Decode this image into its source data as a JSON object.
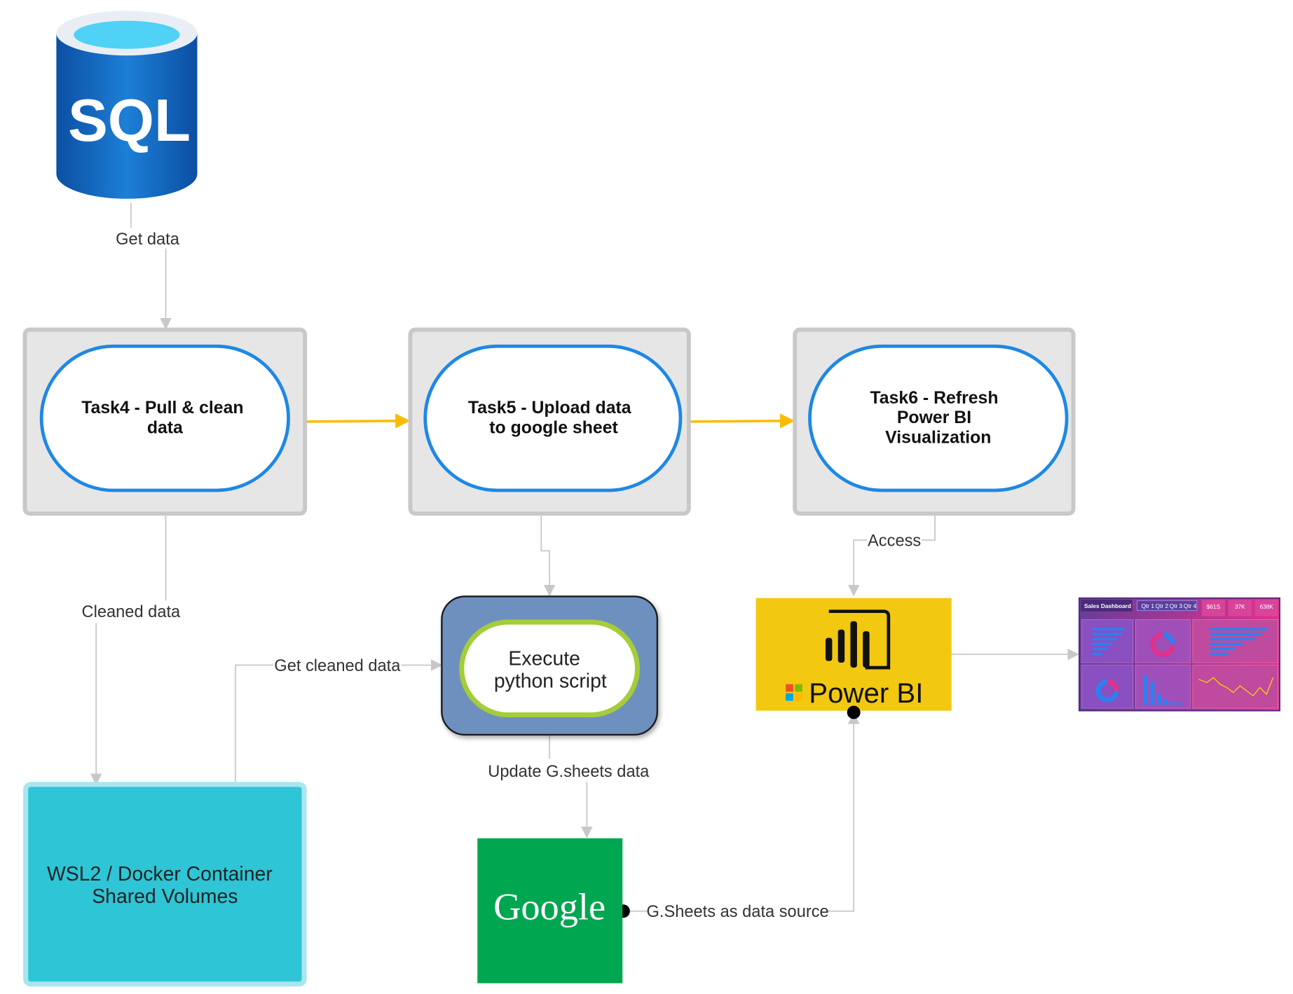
{
  "icons": {
    "sql": {
      "text": "SQL"
    },
    "google": {
      "text": "Google"
    },
    "powerbi": {
      "text": "Power BI"
    }
  },
  "tasks": {
    "task4": {
      "lines": [
        "Task4 - Pull & clean",
        "data"
      ]
    },
    "task5": {
      "lines": [
        "Task5 - Upload data",
        "to google sheet"
      ]
    },
    "task6": {
      "lines": [
        "Task6 - Refresh",
        "Power BI",
        "Visualization"
      ]
    }
  },
  "nodes": {
    "execute": {
      "lines": [
        "Execute",
        "python script"
      ]
    },
    "wsl": {
      "lines": [
        "WSL2 / Docker Container",
        "Shared Volumes"
      ]
    }
  },
  "edges": {
    "get_data": "Get data",
    "cleaned_data": "Cleaned data",
    "get_cleaned_data": "Get cleaned data",
    "update_gsheets": "Update G.sheets data",
    "access": "Access",
    "gsheets_source": "G.Sheets as data source"
  },
  "dashboard": {
    "title": "Sales Dashboard",
    "filters": [
      "Qtr 1",
      "Qtr 2",
      "Qtr 3",
      "Qtr 4"
    ],
    "kpis": [
      "$61S",
      "37K",
      "638K"
    ]
  },
  "colors": {
    "task_border": "#1e88e5",
    "container_bg": "#e6e6e6",
    "flow_arrow": "#fbbc05",
    "edge": "#c8c8c8",
    "wsl_fill": "#2ec5d6",
    "execute_bg": "#6e90bf",
    "execute_ring": "#a4cd39",
    "google_green": "#00a650",
    "powerbi_yellow": "#f2c811",
    "dashboard_purple": "#6a3d9a",
    "dashboard_pink": "#e0318c"
  }
}
